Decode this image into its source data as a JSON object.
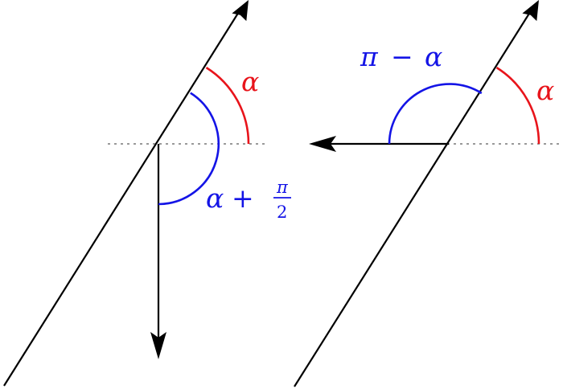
{
  "colors": {
    "line": "#000000",
    "reference": "#999999",
    "alpha": "#e8141b",
    "derived": "#1414e6"
  },
  "left_figure": {
    "alpha_symbol": "α",
    "sum_first": "α",
    "sum_operator": "+",
    "fraction_numerator": "π",
    "fraction_denominator": "2"
  },
  "right_figure": {
    "alpha_symbol": "α",
    "diff_first": "π",
    "diff_operator": "−",
    "diff_second": "α"
  }
}
